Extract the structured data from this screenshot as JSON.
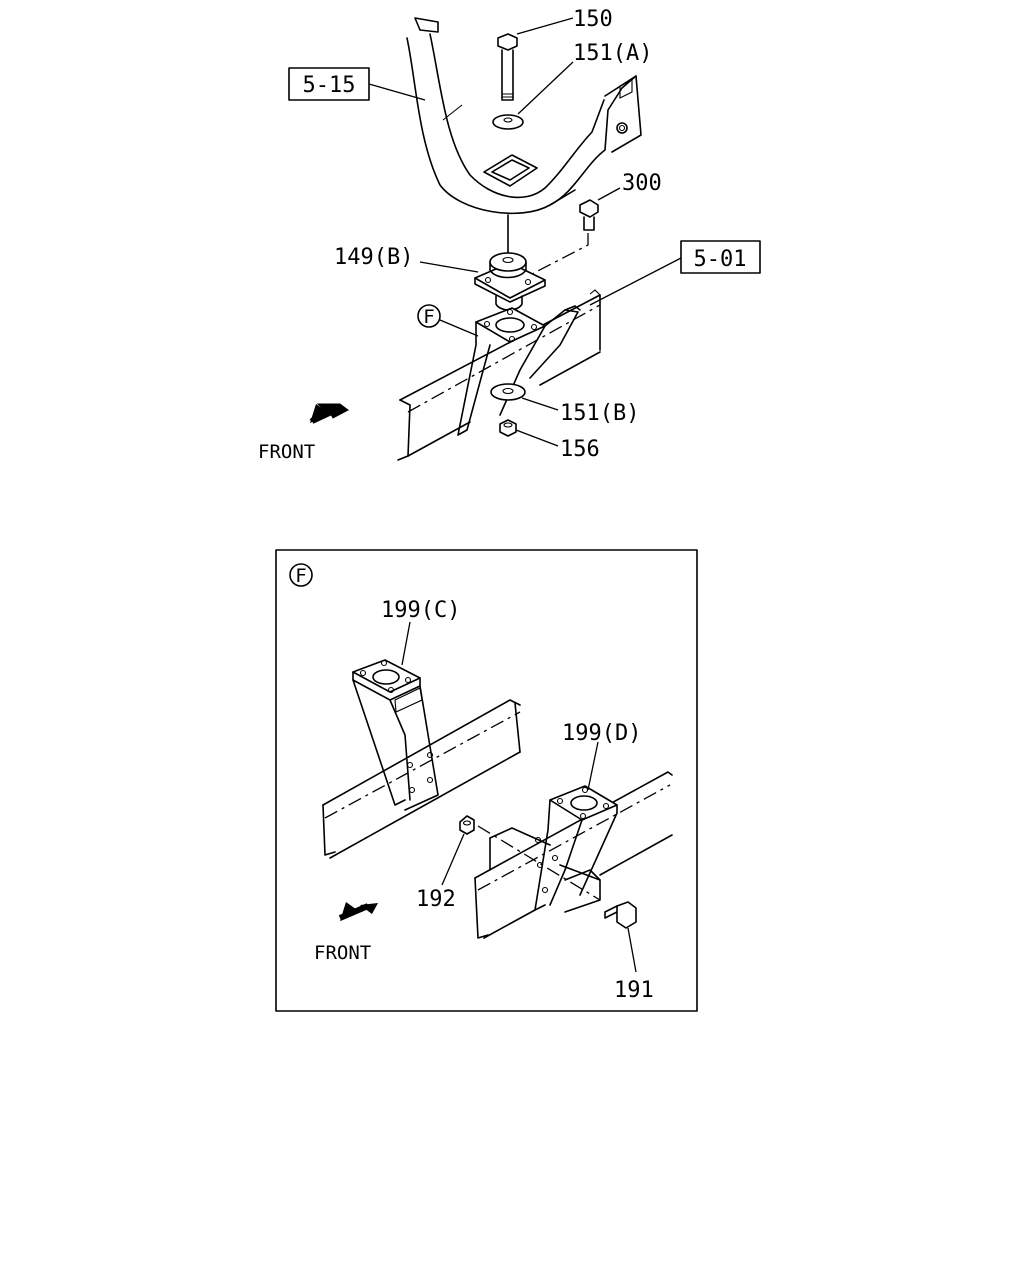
{
  "top_view": {
    "ref_boxes": [
      {
        "id": "ref-5-15",
        "text": "5-15"
      },
      {
        "id": "ref-5-01",
        "text": "5-01"
      }
    ],
    "callouts": {
      "p150": "150",
      "p151a": "151(A)",
      "p300": "300",
      "p149b": "149(B)",
      "pF": "F",
      "p151b": "151(B)",
      "p156": "156"
    },
    "front_label": "FRONT"
  },
  "detail_view": {
    "marker": "F",
    "callouts": {
      "p199c": "199(C)",
      "p199d": "199(D)",
      "p192": "192",
      "p191": "191"
    },
    "front_label": "FRONT"
  }
}
